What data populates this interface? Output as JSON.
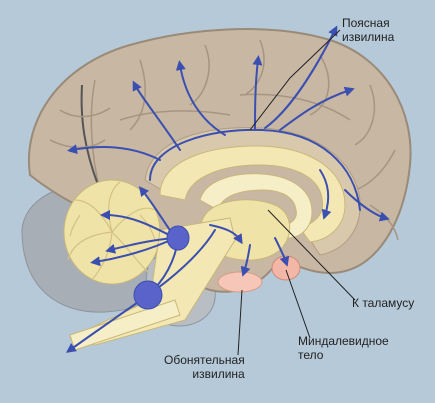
{
  "labels": {
    "cingulate_gyrus": "Поясная\nизвилина",
    "to_thalamus": "К таламусу",
    "amygdala": "Миндалевидное\nтело",
    "olfactory_gyrus": "Обонятельная\nизвилина"
  },
  "colors": {
    "background": "#b5c9d8",
    "brain": "#c7b7a3",
    "brain_outline": "#9a8a78",
    "limbic": "#f3e8b4",
    "cerebellum": "#f0e3a8",
    "brainstem_gray": "#a8aeb5",
    "pathway": "#3b4fb0",
    "nucleus": "#5a63c9",
    "amygdala_pink": "#f2b7a6"
  }
}
